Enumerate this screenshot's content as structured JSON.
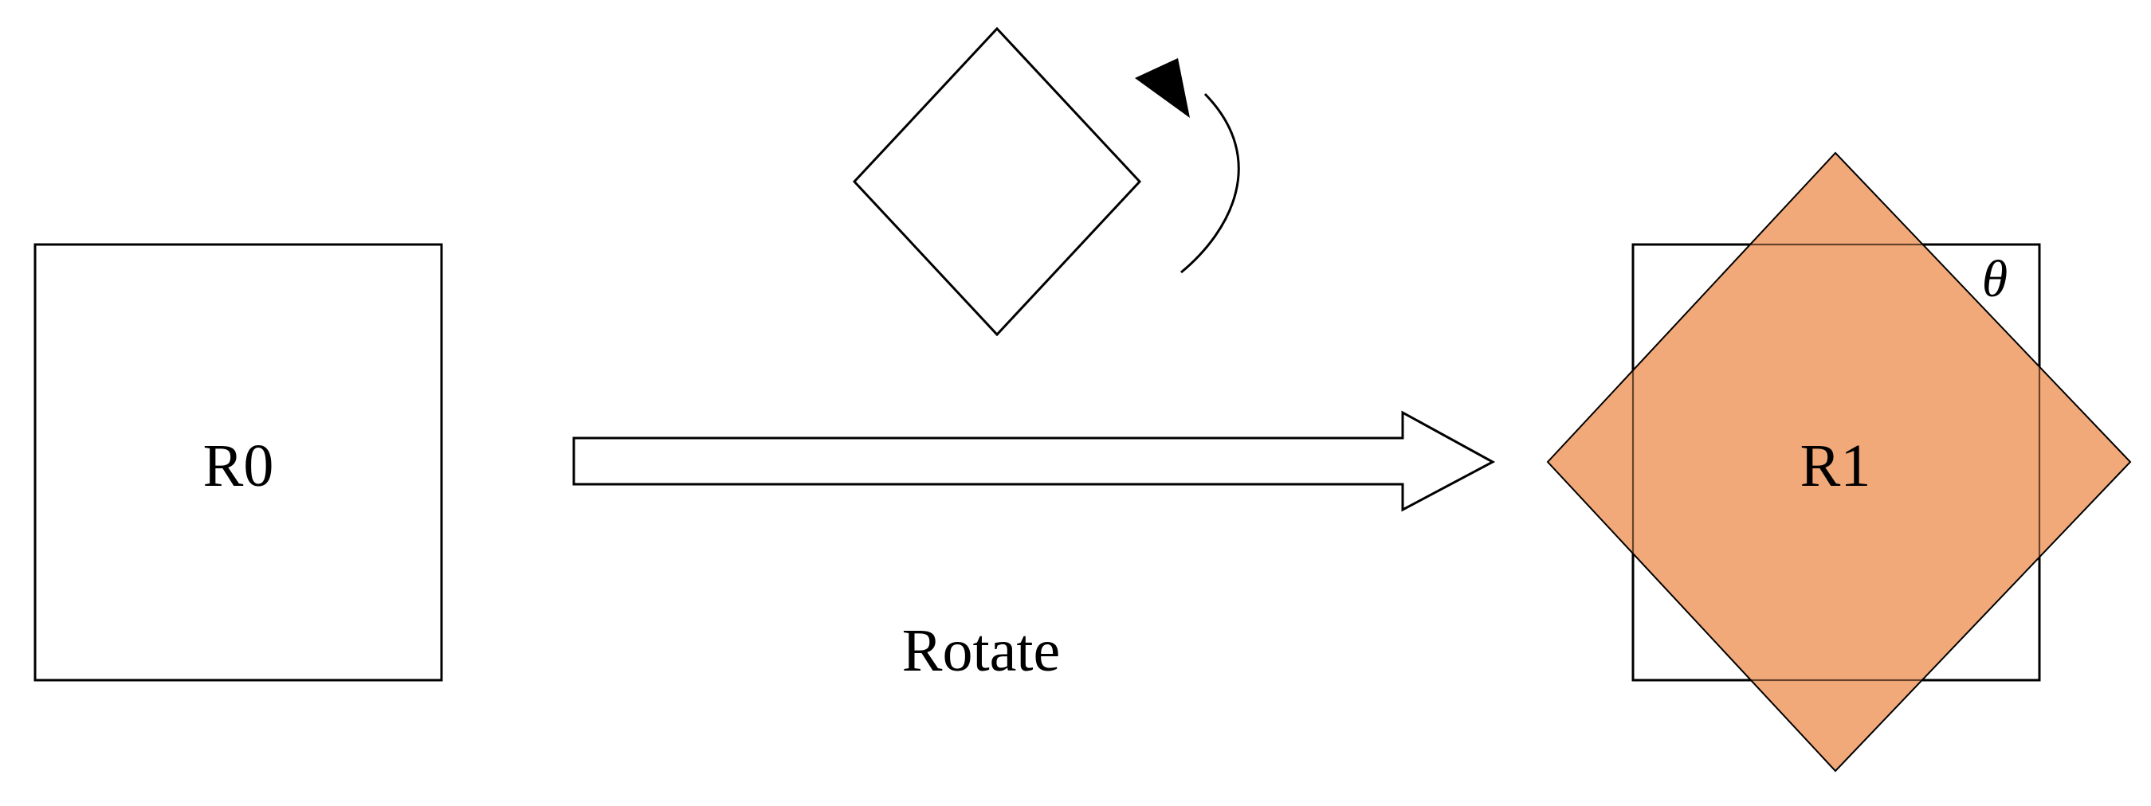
{
  "labels": {
    "r0": "R0",
    "r1": "R1",
    "rotate": "Rotate",
    "theta": "θ"
  },
  "colors": {
    "outline": "#000000",
    "rotated_fill": "#f0a26e",
    "background": "#ffffff"
  },
  "icons": {
    "rotation_arrow": "curved-arrow-icon",
    "transform_arrow": "right-arrow-icon"
  }
}
